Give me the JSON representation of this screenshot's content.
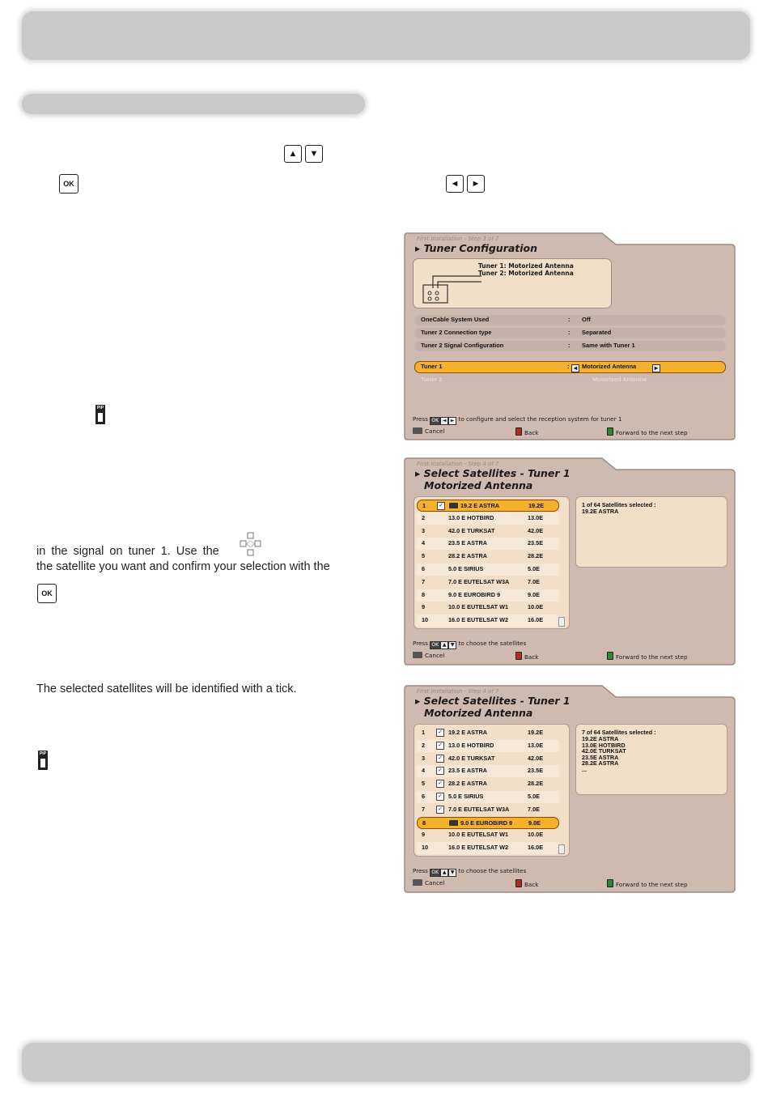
{
  "keys": {
    "ok": "OK",
    "up": "▲",
    "down": "▼",
    "left": "◄",
    "right": "►",
    "pip": "PIP"
  },
  "paragraphs": {
    "p1": "in the signal on tuner 1. Use the",
    "p2": "the satellite you want and confirm your selection with the",
    "p3": "The selected satellites will be identified with a tick."
  },
  "screen1": {
    "step": "First Installation - Step 3 of 7",
    "title": "Tuner Configuration",
    "diagram_line1": "Tuner 1: Motorized Antenna",
    "diagram_line2": "Tuner 2: Motorized Antenna",
    "rows": [
      {
        "label": "OneCable System Used",
        "sep": ":",
        "value": "Off"
      },
      {
        "label": "Tuner 2 Connection type",
        "sep": ":",
        "value": "Separated"
      },
      {
        "label": "Tuner 2 Signal Configuration",
        "sep": ":",
        "value": "Same with Tuner 1"
      }
    ],
    "selected_row": {
      "label": "Tuner 1",
      "sep": ":",
      "value": "Motorized Antenna"
    },
    "dim_row": {
      "label": "Tuner 2",
      "value": "Motorized Antenna"
    },
    "help_press": "Press",
    "help_text": "to configure and select the reception system for tuner 1",
    "cancel": "Cancel",
    "back": "Back",
    "forward": "Forward to the next step"
  },
  "screen2": {
    "step": "First Installation - Step 4 of 7",
    "title1": "Select Satellites - Tuner 1",
    "title2": "Motorized Antenna",
    "satellites": [
      {
        "num": "1",
        "name": "19.2 E ASTRA",
        "pos": "19.2E"
      },
      {
        "num": "2",
        "name": "13.0 E HOTBIRD",
        "pos": "13.0E"
      },
      {
        "num": "3",
        "name": "42.0 E TURKSAT",
        "pos": "42.0E"
      },
      {
        "num": "4",
        "name": "23.5 E ASTRA",
        "pos": "23.5E"
      },
      {
        "num": "5",
        "name": "28.2 E ASTRA",
        "pos": "28.2E"
      },
      {
        "num": "6",
        "name": "5.0 E SIRIUS",
        "pos": "5.0E"
      },
      {
        "num": "7",
        "name": "7.0 E EUTELSAT W3A",
        "pos": "7.0E"
      },
      {
        "num": "8",
        "name": "9.0 E EUROBIRD 9",
        "pos": "9.0E"
      },
      {
        "num": "9",
        "name": "10.0 E EUTELSAT W1",
        "pos": "10.0E"
      },
      {
        "num": "10",
        "name": "16.0 E EUTELSAT W2",
        "pos": "16.0E"
      }
    ],
    "info_header": "1 of 64 Satellites selected :",
    "info_lines": [
      "19.2E ASTRA"
    ],
    "help_press": "Press",
    "help_text": "to choose the satellites",
    "cancel": "Cancel",
    "back": "Back",
    "forward": "Forward to the next step"
  },
  "screen3": {
    "step": "First Installation - Step 4 of 7",
    "title1": "Select Satellites - Tuner 1",
    "title2": "Motorized Antenna",
    "info_header": "7 of 64 Satellites selected :",
    "info_lines": [
      "19.2E ASTRA",
      "13.0E HOTBIRD",
      "42.0E TURKSAT",
      "23.5E ASTRA",
      "28.2E ASTRA",
      "..."
    ],
    "help_press": "Press",
    "help_text": "to choose the satellites",
    "cancel": "Cancel",
    "back": "Back",
    "forward": "Forward to the next step"
  }
}
